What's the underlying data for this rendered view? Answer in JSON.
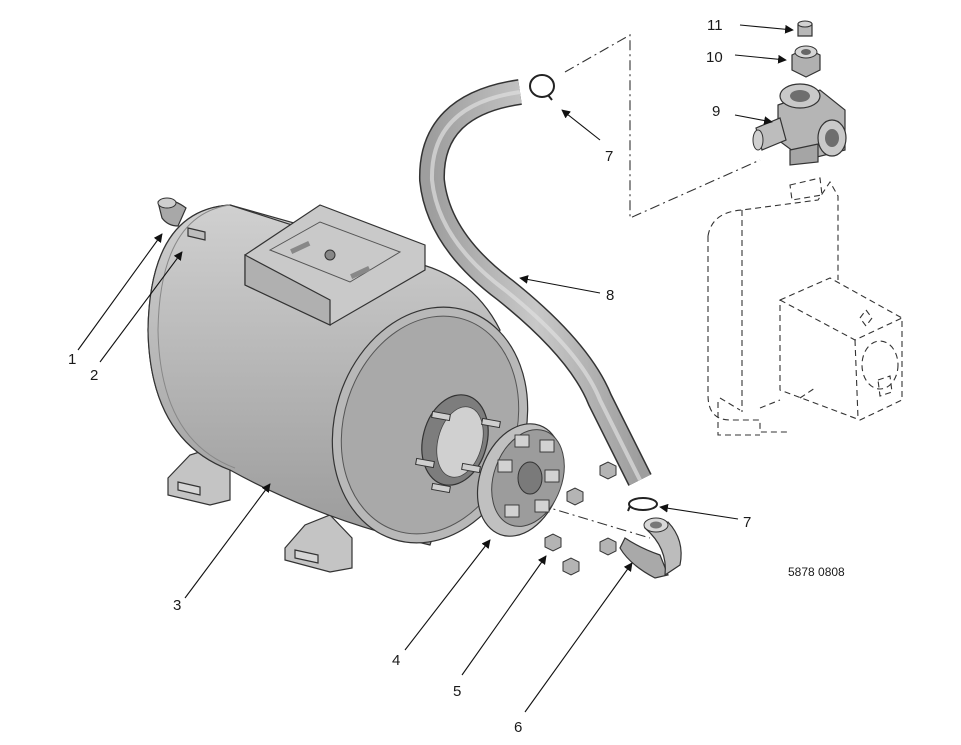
{
  "callouts": {
    "c1": "1",
    "c2": "2",
    "c3": "3",
    "c4": "4",
    "c5": "5",
    "c6": "6",
    "c7a": "7",
    "c7b": "7",
    "c8": "8",
    "c9": "9",
    "c10": "10",
    "c11": "11"
  },
  "drawing_number": "5878 0808",
  "colors": {
    "part_fill": "#b9b9b9",
    "part_light": "#d8d8d8",
    "part_dark": "#8f8f8f",
    "line": "#222222"
  }
}
